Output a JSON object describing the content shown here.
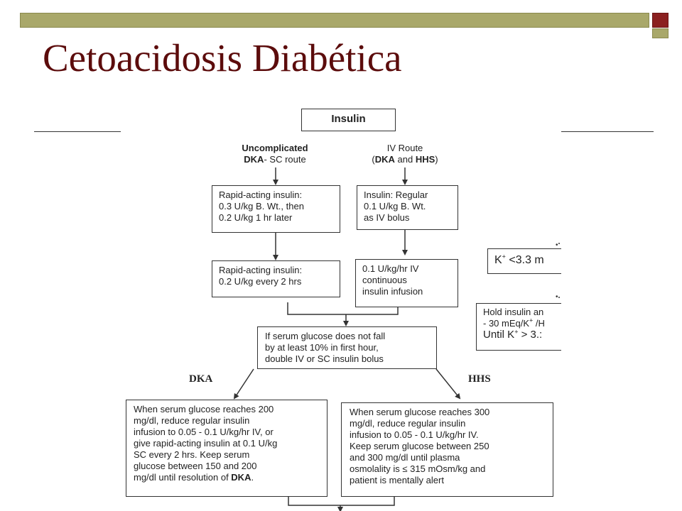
{
  "slide": {
    "title": "Cetoacidosis Diabética"
  },
  "flowchart": {
    "insulin": "Insulin",
    "sc_route_bold": "Uncomplicated\nDKA",
    "sc_route_rest": "- SC route",
    "iv_route_line1": "IV Route",
    "iv_route_open": "(",
    "iv_route_dka": "DKA",
    "iv_route_and": " and ",
    "iv_route_hhs": "HHS",
    "iv_route_close": ")",
    "sc_step1": "Rapid-acting insulin:\n0.3 U/kg B. Wt., then\n0.2 U/kg 1 hr later",
    "iv_step1": "Insulin: Regular\n0.1 U/kg B. Wt.\nas IV bolus",
    "sc_step2": "Rapid-acting insulin:\n0.2 U/kg every 2 hrs",
    "iv_step2": "0.1 U/kg/hr IV\ncontinuous\ninsulin infusion",
    "glucose_check": "If serum glucose does not fall\nby at least 10% in first hour,\ndouble IV or SC insulin bolus",
    "dka_label": "DKA",
    "hhs_label": "HHS",
    "dka_outcome_a": "When serum glucose reaches 200\nmg/dl, reduce regular insulin\ninfusion to 0.05 - 0.1 U/kg/hr IV, or\ngive rapid-acting insulin at 0.1 U/kg\nSC every 2 hrs.  Keep serum\nglucose between 150 and 200\nmg/dl until resolution of ",
    "dka_outcome_bold": "DKA",
    "dka_outcome_end": ".",
    "hhs_outcome": "When serum glucose reaches 300\nmg/dl, reduce regular insulin\ninfusion to 0.05 - 0.1 U/kg/hr IV.\nKeep serum glucose between 250\nand 300 mg/dl until plasma\nosmolality is ≤ 315 mOsm/kg and\npatient is mentally alert",
    "k_box1_k": "K",
    "k_box1_plus": "+",
    "k_box1_rest": " <3.3 m",
    "k_box2_line1": "Hold insulin an",
    "k_box2_line2a": "- 30 mEq/K",
    "k_box2_line2plus": "+",
    "k_box2_line2b": " /H",
    "k_box2_line3a": "Until K",
    "k_box2_line3plus": "+",
    "k_box2_line3b": " > 3.:",
    "bullet": "•"
  },
  "colors": {
    "title": "#5c0c0c",
    "bar": "#a9a86a",
    "accent": "#8b2020",
    "line": "#333333"
  }
}
